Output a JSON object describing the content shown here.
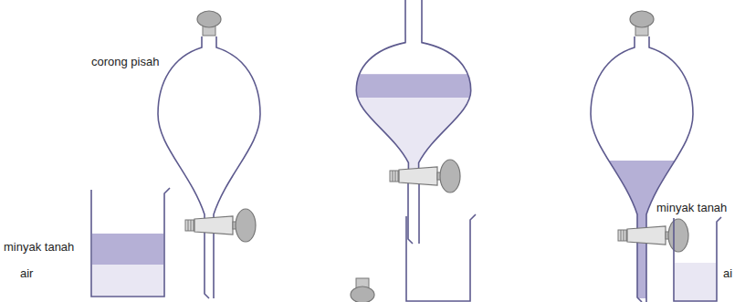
{
  "diagram": {
    "labels": [
      "corong pisah",
      "minyak tanah",
      "air",
      "minyak tanah",
      "ai"
    ]
  }
}
